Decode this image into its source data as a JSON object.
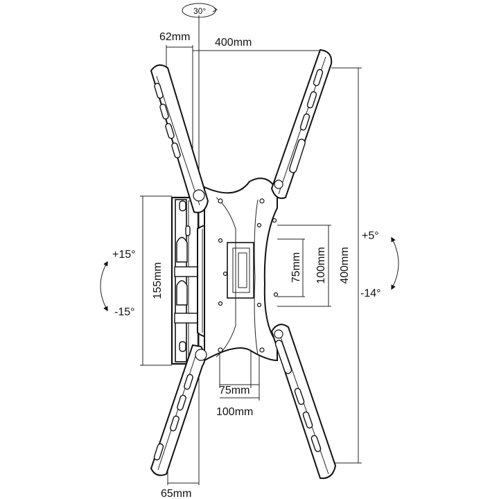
{
  "diagram": {
    "tilt_label": "30°",
    "dimensions": {
      "arm_offset_top": "62mm",
      "vesa_width_max": "400mm",
      "vesa_height_max": "400mm",
      "vesa_height_mid": "100mm",
      "vesa_height_min": "75mm",
      "vesa_width_min": "75mm",
      "vesa_width_mid": "100mm",
      "arm_offset_bottom": "65mm",
      "wall_plate_height": "155mm"
    },
    "swivel": {
      "up": "+15°",
      "down": "-15°"
    },
    "tilt": {
      "up": "+5°",
      "down": "-14°"
    }
  }
}
